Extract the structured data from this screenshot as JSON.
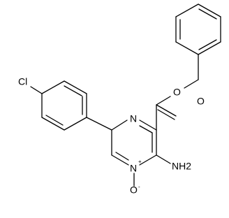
{
  "molecule": {
    "atoms": {
      "chlorine": "Cl",
      "ester_oxygen": "O",
      "carbonyl_oxygen": "O",
      "ring_nitrogen_top": "N",
      "ring_nitrogen_oxide": "N",
      "nitrogen_charge": "+",
      "oxide_oxygen": "O",
      "oxide_charge": "-",
      "amino_group": "NH2"
    },
    "colors": {
      "bond": "#000000",
      "label": "#000000",
      "background": "#ffffff"
    }
  }
}
